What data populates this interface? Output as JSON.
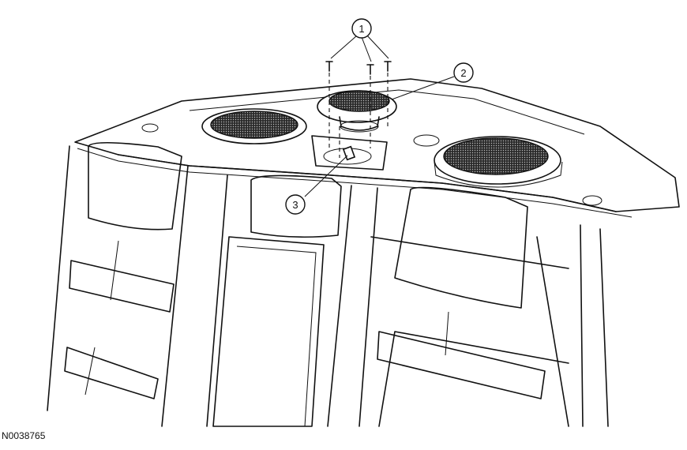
{
  "callouts": [
    {
      "number": "1"
    },
    {
      "number": "2"
    },
    {
      "number": "3"
    }
  ],
  "figure_id": "N0038765",
  "colors": {
    "line": "#111111",
    "background": "#ffffff"
  },
  "icons": [
    "screw-icon",
    "speaker-grille-icon",
    "connector-icon"
  ]
}
